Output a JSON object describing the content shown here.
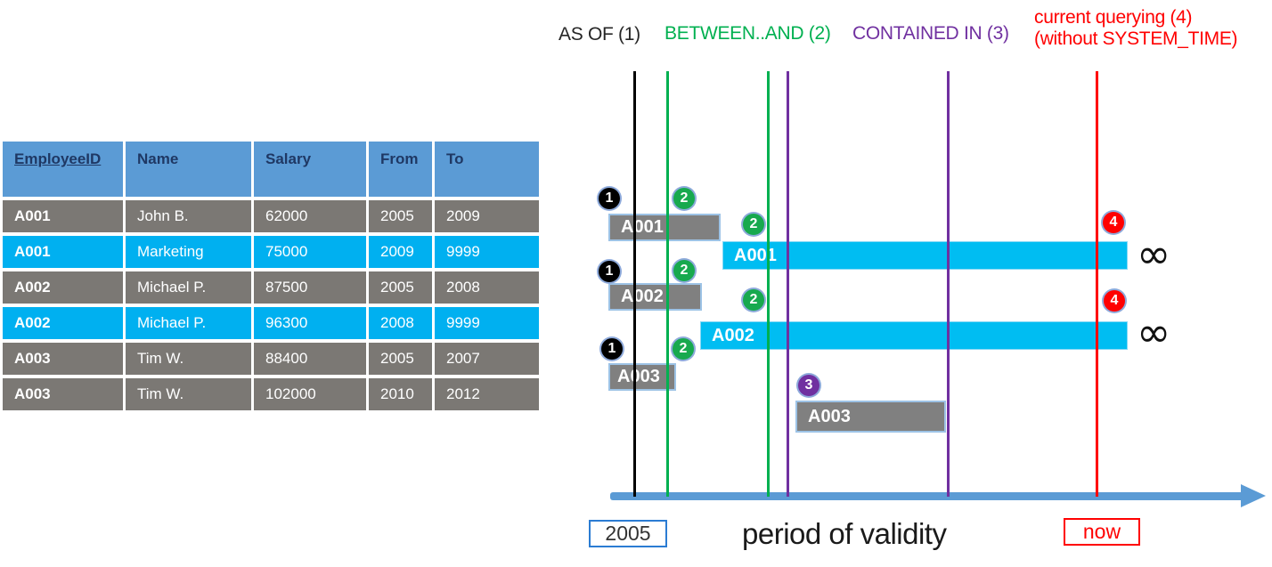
{
  "table": {
    "headers": [
      "EmployeeID",
      "Name",
      "Salary",
      "From",
      "To"
    ],
    "rows": [
      [
        "A001",
        "John B.",
        "62000",
        "2005",
        "2009"
      ],
      [
        "A001",
        "Marketing",
        "75000",
        "2009",
        "9999"
      ],
      [
        "A002",
        "Michael P.",
        "87500",
        "2005",
        "2008"
      ],
      [
        "A002",
        "Michael P.",
        "96300",
        "2008",
        "9999"
      ],
      [
        "A003",
        "Tim W.",
        "88400",
        "2005",
        "2007"
      ],
      [
        "A003",
        "Tim W.",
        "102000",
        "2010",
        "2012"
      ]
    ]
  },
  "legend": {
    "as_of": "AS OF (1)",
    "between_and": "BETWEEN..AND (2)",
    "contained_in": "CONTAINED IN (3)",
    "current_querying": "current querying (4)\n(without SYSTEM_TIME)"
  },
  "timeline": {
    "bars": [
      {
        "label": "A001",
        "kind": "history"
      },
      {
        "label": "A001",
        "kind": "current-to-infinity"
      },
      {
        "label": "A002",
        "kind": "history"
      },
      {
        "label": "A002",
        "kind": "current-to-infinity"
      },
      {
        "label": "A003",
        "kind": "history"
      },
      {
        "label": "A003",
        "kind": "history"
      }
    ],
    "badges": [
      {
        "n": "1"
      },
      {
        "n": "2"
      },
      {
        "n": "2"
      },
      {
        "n": "4"
      },
      {
        "n": "1"
      },
      {
        "n": "2"
      },
      {
        "n": "2"
      },
      {
        "n": "4"
      },
      {
        "n": "1"
      },
      {
        "n": "2"
      },
      {
        "n": "3"
      }
    ],
    "infinity_symbol": "∞",
    "axis": {
      "start_label": "2005",
      "title": "period of validity",
      "end_label": "now"
    }
  },
  "colors": {
    "header_blue": "#5B9BD5",
    "header_text_navy": "#1F3864",
    "row_gray": "#7B7874",
    "row_cyan": "#00B0F0",
    "bar_cyan": "#00BDF2",
    "line_green": "#00B050",
    "line_purple": "#7030A0",
    "line_red": "#FF0000",
    "line_black": "#000000",
    "axis_blue": "#5B9BD5"
  }
}
